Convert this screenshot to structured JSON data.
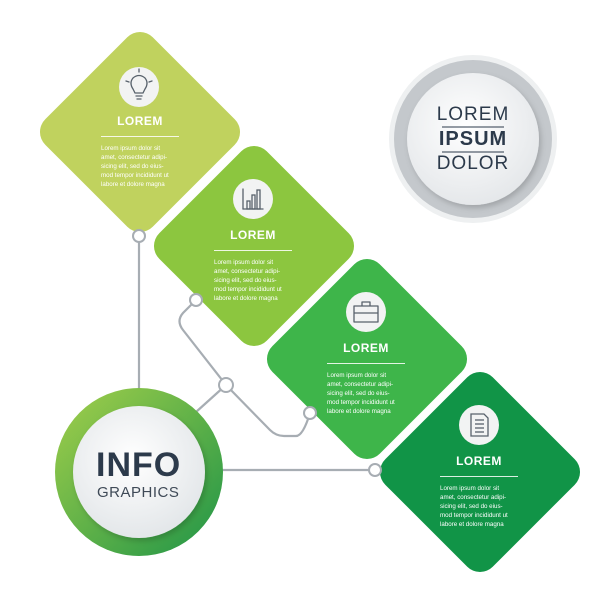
{
  "colors": {
    "card1": "#c0d25e",
    "card2": "#8cc63f",
    "card3": "#3eb54a",
    "card4": "#119447",
    "connector": "#a7adb3",
    "text_dark": "#2c3a4b",
    "hub_ring": "#3aa546"
  },
  "badge": {
    "line1": "LOREM",
    "line2": "IPSUM",
    "line3": "DOLOR"
  },
  "hub": {
    "title": "INFO",
    "subtitle": "GRAPHICS"
  },
  "cards": [
    {
      "icon": "lightbulb-icon",
      "title": "LOREM",
      "body": "Lorem ipsum dolor sit\namet, consectetur adipi-\nsicing elit, sed do eius-\nmod tempor incididunt ut\nlabore et dolore magna"
    },
    {
      "icon": "bar-chart-icon",
      "title": "LOREM",
      "body": "Lorem ipsum dolor sit\namet, consectetur adipi-\nsicing elit, sed do eius-\nmod tempor incididunt ut\nlabore et dolore magna"
    },
    {
      "icon": "briefcase-icon",
      "title": "LOREM",
      "body": "Lorem ipsum dolor sit\namet, consectetur adipi-\nsicing elit, sed do eius-\nmod tempor incididunt ut\nlabore et dolore magna"
    },
    {
      "icon": "document-icon",
      "title": "LOREM",
      "body": "Lorem ipsum dolor sit\namet, consectetur adipi-\nsicing elit, sed do eius-\nmod tempor incididunt ut\nlabore et dolore magna"
    }
  ]
}
